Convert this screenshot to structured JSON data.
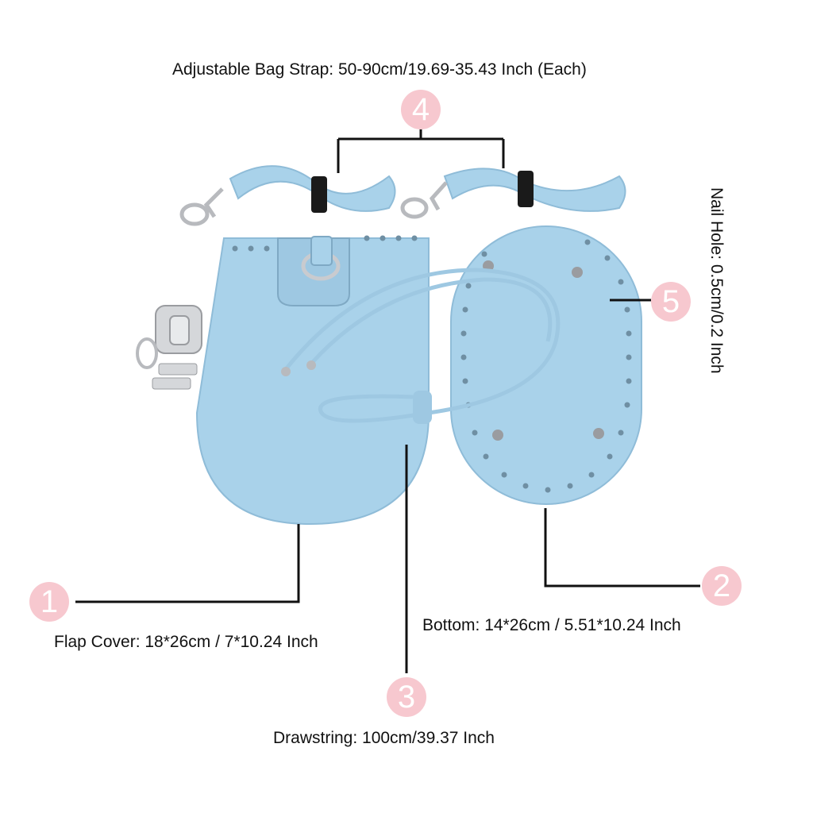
{
  "labels": {
    "strap": "Adjustable Bag Strap: 50-90cm/19.69-35.43 Inch (Each)",
    "nail_hole": "Nail Hole: 0.5cm/0.2 Inch",
    "flap": "Flap Cover: 18*26cm / 7*10.24 Inch",
    "bottom": "Bottom: 14*26cm / 5.51*10.24 Inch",
    "drawstring": "Drawstring: 100cm/39.37 Inch"
  },
  "badges": {
    "one": "1",
    "two": "2",
    "three": "3",
    "four": "4",
    "five": "5"
  },
  "colors": {
    "leather": "#a9d2ea",
    "leather_dark": "#8fbcd8",
    "badge": "#f7c8cf",
    "metal": "#c9cbcf",
    "line": "#111111"
  }
}
